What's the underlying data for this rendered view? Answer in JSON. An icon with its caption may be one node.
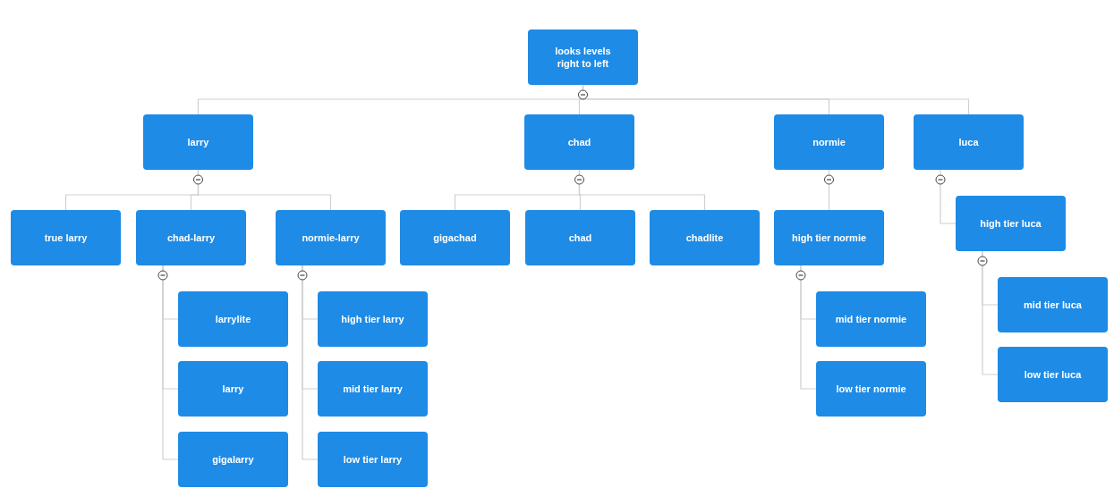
{
  "diagram": {
    "nodes": [
      {
        "text": [
          "looks levels right to left"
        ]
      },
      {
        "text": [
          "larry"
        ]
      },
      {
        "text": [
          "chad"
        ]
      },
      {
        "text": [
          "normie"
        ]
      },
      {
        "text": [
          "luca"
        ]
      },
      {
        "text": [
          "true larry"
        ]
      },
      {
        "text": [
          "chad-larry"
        ]
      },
      {
        "text": [
          "normie-larry"
        ]
      },
      {
        "text": [
          "larrylite"
        ]
      },
      {
        "text": [
          "larry"
        ]
      },
      {
        "text": [
          "gigalarry"
        ]
      },
      {
        "text": [
          "high tier larry"
        ]
      },
      {
        "text": [
          "mid tier larry"
        ]
      },
      {
        "text": [
          "low tier larry"
        ]
      },
      {
        "text": [
          "gigachad"
        ]
      },
      {
        "text": [
          "chad"
        ]
      },
      {
        "text": [
          "chadlite"
        ]
      },
      {
        "text": [
          "high tier normie"
        ]
      },
      {
        "text": [
          "mid tier normie"
        ]
      },
      {
        "text": [
          "low tier normie"
        ]
      },
      {
        "text": [
          "high tier luca"
        ]
      },
      {
        "text": [
          "mid tier luca"
        ]
      },
      {
        "text": [
          "low tier luca"
        ]
      }
    ],
    "edges": [
      {
        "from": 0,
        "to": 1,
        "arrow": "none"
      },
      {
        "from": 0,
        "to": 2,
        "arrow": "none"
      },
      {
        "from": 0,
        "to": 3,
        "arrow": "none"
      },
      {
        "from": 0,
        "to": 4,
        "arrow": "none"
      },
      {
        "from": 1,
        "to": 5,
        "arrow": "none"
      },
      {
        "from": 1,
        "to": 6,
        "arrow": "none"
      },
      {
        "from": 1,
        "to": 7,
        "arrow": "none"
      },
      {
        "from": 6,
        "to": 8,
        "arrow": "none"
      },
      {
        "from": 6,
        "to": 9,
        "arrow": "none"
      },
      {
        "from": 6,
        "to": 10,
        "arrow": "none"
      },
      {
        "from": 7,
        "to": 11,
        "arrow": "none"
      },
      {
        "from": 7,
        "to": 12,
        "arrow": "none"
      },
      {
        "from": 7,
        "to": 13,
        "arrow": "none"
      },
      {
        "from": 2,
        "to": 14,
        "arrow": "none"
      },
      {
        "from": 2,
        "to": 15,
        "arrow": "none"
      },
      {
        "from": 2,
        "to": 16,
        "arrow": "none"
      },
      {
        "from": 3,
        "to": 17,
        "arrow": "none"
      },
      {
        "from": 17,
        "to": 18,
        "arrow": "none"
      },
      {
        "from": 17,
        "to": 19,
        "arrow": "none"
      },
      {
        "from": 4,
        "to": 20,
        "arrow": "none"
      },
      {
        "from": 20,
        "to": 21,
        "arrow": "none"
      },
      {
        "from": 20,
        "to": 22,
        "arrow": "none"
      }
    ]
  }
}
